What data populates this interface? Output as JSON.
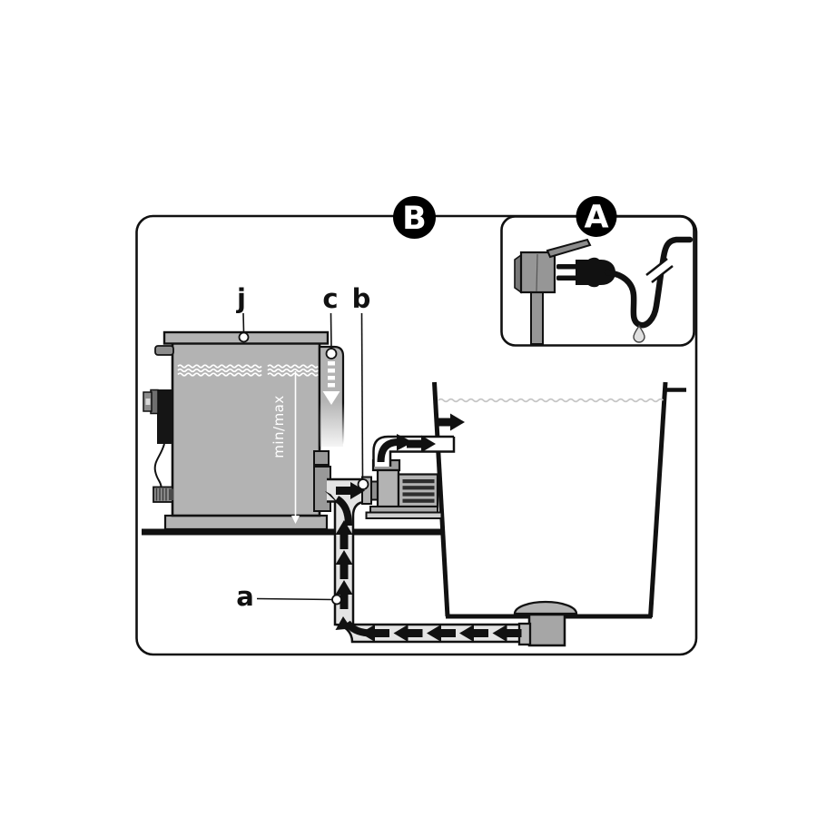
{
  "badges": {
    "main": "B",
    "inset": "A"
  },
  "callouts": {
    "lid": "j",
    "overflow": "c",
    "pump_connection": "b",
    "suction_pipe": "a"
  },
  "tank": {
    "gauge_label": "min/max"
  },
  "colors": {
    "outline": "#111111",
    "badge_bg": "#000000",
    "badge_fg": "#ffffff",
    "tank_fill": "#b3b3b3",
    "pipe_fill": "#e4e4e4",
    "outlet_pipe_fill": "#ffffff",
    "port_fill": "#999999",
    "pond_wave": "#c6c6c6",
    "tank_wave": "#ffffff",
    "arrow": "#111111"
  }
}
